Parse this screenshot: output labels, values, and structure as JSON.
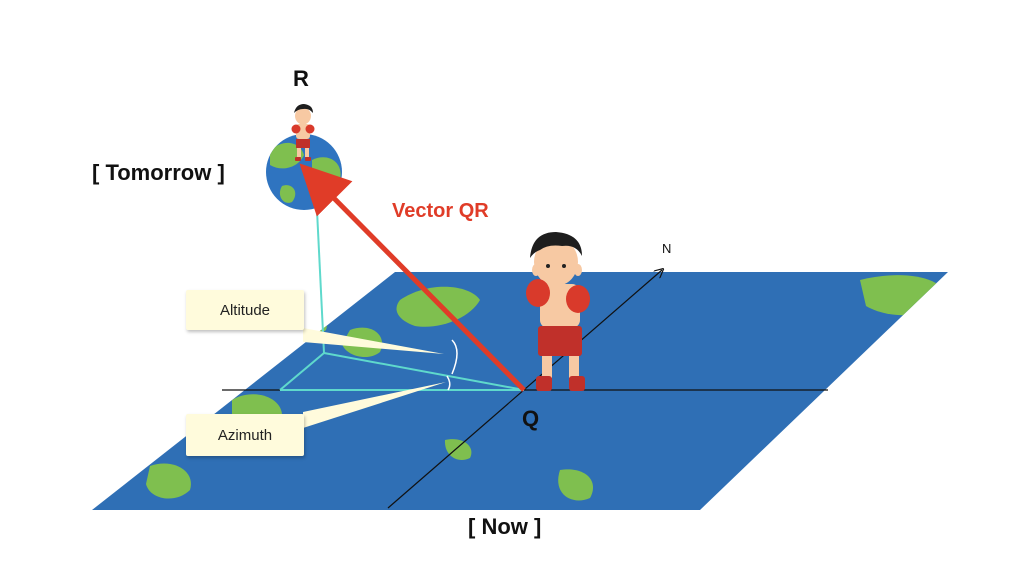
{
  "labels": {
    "point_r": "R",
    "point_q": "Q",
    "tomorrow": "[ Tomorrow ]",
    "now": "[ Now ]",
    "vector": "Vector QR",
    "north": "N"
  },
  "callouts": {
    "altitude": "Altitude",
    "azimuth": "Azimuth"
  },
  "icons": {
    "globe": "earth-globe-icon",
    "boxer": "boxer-icon"
  },
  "colors": {
    "vector": "#e03c28",
    "guide_lines": "#5fd9cc",
    "ocean": "#2f6fb5",
    "land": "#7fbf4f",
    "callout_bg": "#fffbdc",
    "text": "#111111"
  }
}
